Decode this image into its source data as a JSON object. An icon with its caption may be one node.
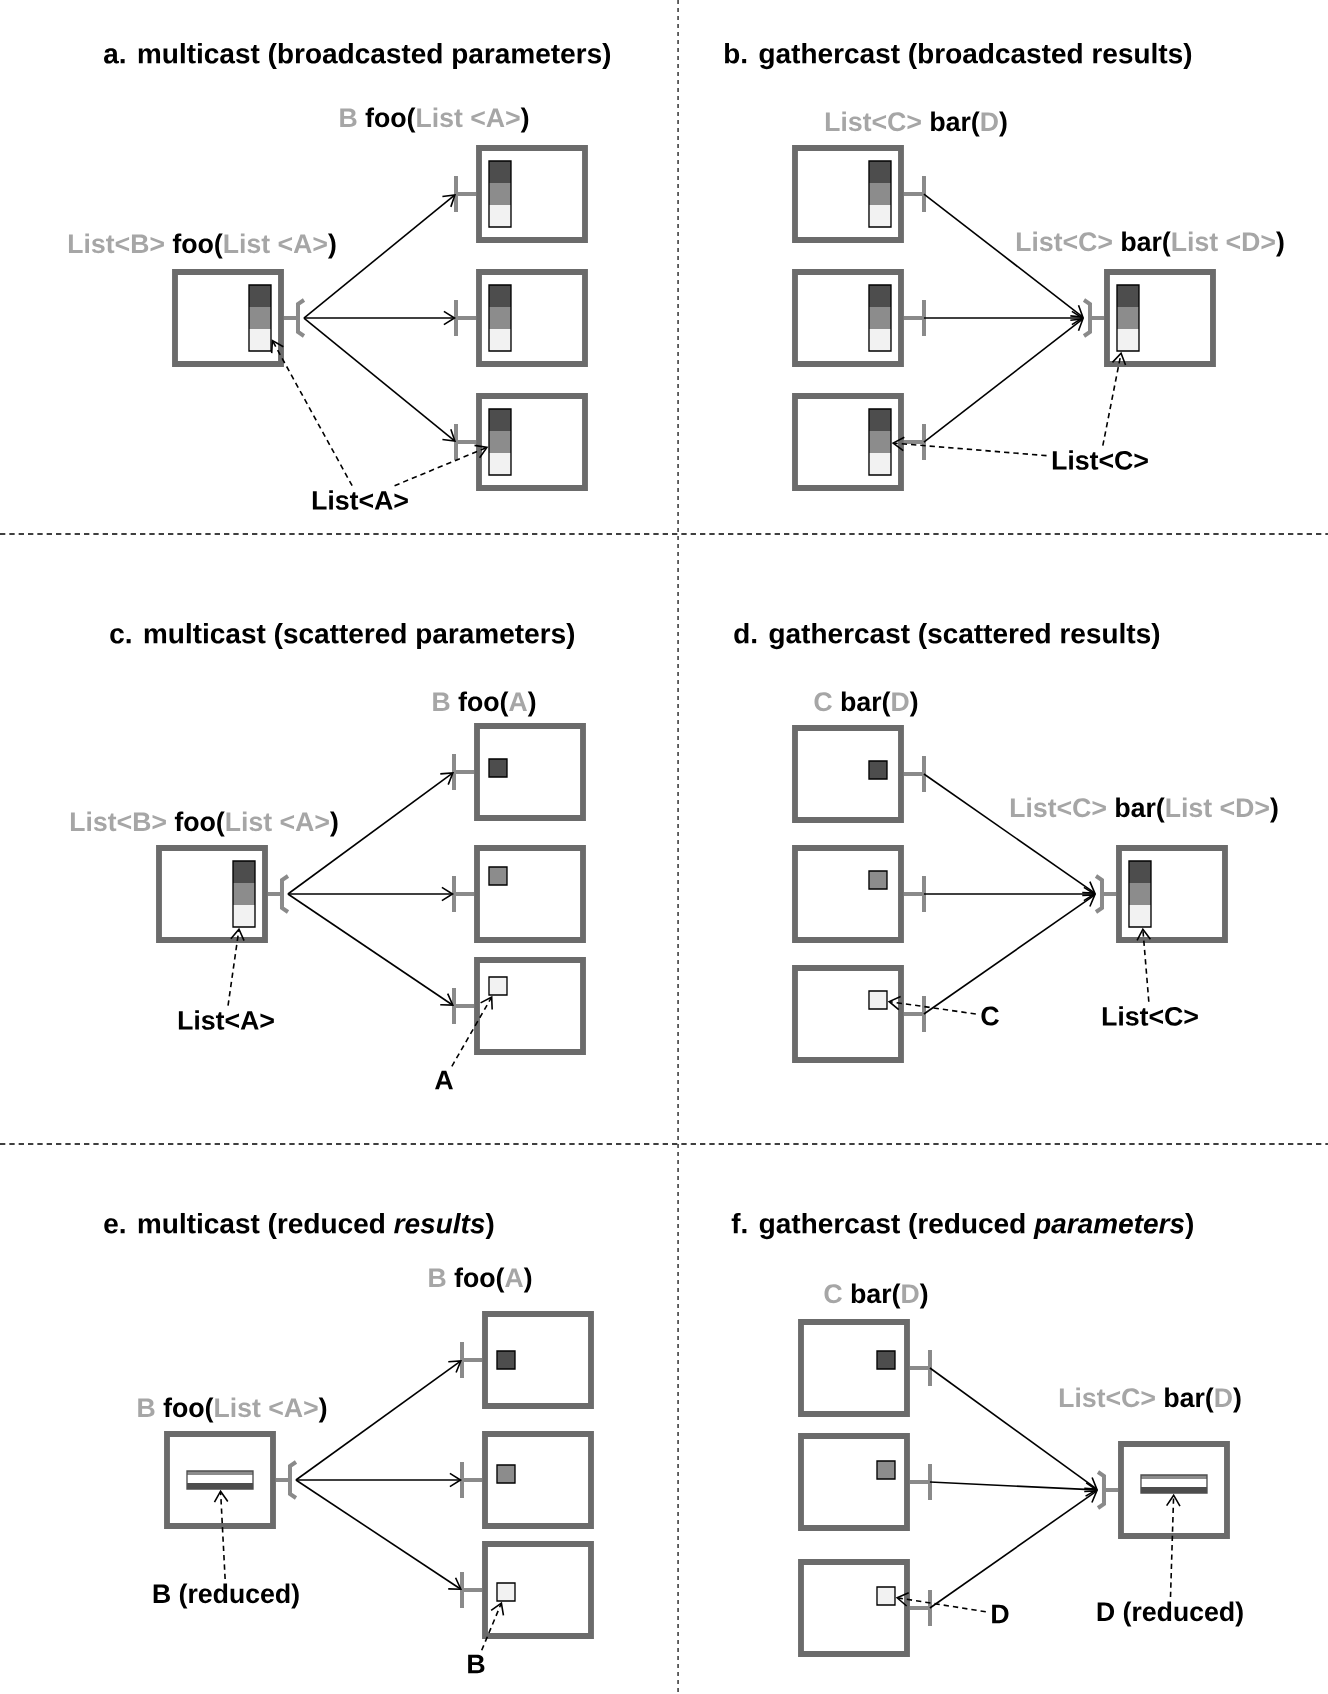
{
  "diagram": {
    "nodes": [
      {
        "text": [
          "List<B> **foo(**List <A>**)**"
        ]
      },
      {
        "text": [
          "B **foo(**List <A>**)**"
        ]
      },
      {
        "text": [],
        "shape": "box"
      },
      {
        "text": [],
        "shape": "box"
      },
      {
        "text": [],
        "shape": "bar",
        "in": 0
      },
      {
        "text": [],
        "shape": "bar",
        "in": 3
      },
      {
        "text": [
          "List<A>"
        ]
      },
      {
        "text": [
          "List<C> **bar(**D**)**"
        ]
      },
      {
        "text": [],
        "shape": "box"
      },
      {
        "text": [],
        "shape": "box"
      },
      {
        "text": [
          "List<C> **bar(**List <D>**)**"
        ]
      },
      {
        "text": [],
        "shape": "bar",
        "in": 9
      },
      {
        "text": [],
        "shape": "bar",
        "in": 10
      },
      {
        "text": [
          "List<C>"
        ]
      },
      {
        "text": [
          "List<B> **foo(**List <A>**)**"
        ]
      },
      {
        "text": [
          "B **foo(**A**)**"
        ]
      },
      {
        "text": [],
        "shape": "box"
      },
      {
        "text": [],
        "shape": "box"
      },
      {
        "text": [],
        "shape": "bar",
        "in": 14
      },
      {
        "text": [],
        "shape": "box",
        "in": 17
      },
      {
        "text": [
          "List<A>"
        ]
      },
      {
        "text": [
          "A"
        ]
      },
      {
        "text": [
          "C **bar(**D**)**"
        ]
      },
      {
        "text": [],
        "shape": "box"
      },
      {
        "text": [],
        "shape": "box"
      },
      {
        "text": [
          "List<C> **bar(**List <D>**)**"
        ]
      },
      {
        "text": [],
        "shape": "box",
        "in": 24
      },
      {
        "text": [],
        "shape": "bar",
        "in": 25
      },
      {
        "text": [
          "C"
        ]
      },
      {
        "text": [
          "List<C>"
        ]
      },
      {
        "text": [
          "B **foo(**List <A>**)**"
        ]
      },
      {
        "text": [
          "B **foo(**A**)**"
        ]
      },
      {
        "text": [],
        "shape": "box"
      },
      {
        "text": [],
        "shape": "box"
      },
      {
        "text": [],
        "shape": "bar",
        "in": 30
      },
      {
        "text": [],
        "shape": "box",
        "in": 33
      },
      {
        "text": [
          "B (reduced)"
        ]
      },
      {
        "text": [
          "B"
        ]
      },
      {
        "text": [
          "C **bar(**D**)**"
        ]
      },
      {
        "text": [],
        "shape": "box"
      },
      {
        "text": [],
        "shape": "box"
      },
      {
        "text": [
          "List<C> **bar(**D**)**"
        ]
      },
      {
        "text": [],
        "shape": "box",
        "in": 40
      },
      {
        "text": [],
        "shape": "bar",
        "in": 41
      },
      {
        "text": [
          "D"
        ]
      },
      {
        "text": [
          "D (reduced)"
        ]
      }
    ],
    "edges": [
      {
        "from": 0,
        "to": 1,
        "arrow": "to"
      },
      {
        "from": 0,
        "to": 2,
        "arrow": "to"
      },
      {
        "from": 0,
        "to": 3,
        "arrow": "to"
      },
      {
        "from": 6,
        "to": 4,
        "arrow": "to",
        "style": "dashed"
      },
      {
        "from": 6,
        "to": 5,
        "arrow": "to",
        "style": "dashed"
      },
      {
        "from": 7,
        "to": 10,
        "arrow": "to"
      },
      {
        "from": 8,
        "to": 10,
        "arrow": "to"
      },
      {
        "from": 9,
        "to": 10,
        "arrow": "to"
      },
      {
        "from": 13,
        "to": 12,
        "arrow": "to",
        "style": "dashed"
      },
      {
        "from": 13,
        "to": 11,
        "arrow": "to",
        "style": "dashed"
      },
      {
        "from": 14,
        "to": 15,
        "arrow": "to"
      },
      {
        "from": 14,
        "to": 16,
        "arrow": "to"
      },
      {
        "from": 14,
        "to": 17,
        "arrow": "to"
      },
      {
        "from": 20,
        "to": 18,
        "arrow": "to",
        "style": "dashed"
      },
      {
        "from": 21,
        "to": 19,
        "arrow": "to",
        "style": "dashed"
      },
      {
        "from": 22,
        "to": 25,
        "arrow": "to"
      },
      {
        "from": 23,
        "to": 25,
        "arrow": "to"
      },
      {
        "from": 24,
        "to": 25,
        "arrow": "to"
      },
      {
        "from": 28,
        "to": 26,
        "arrow": "to",
        "style": "dashed"
      },
      {
        "from": 29,
        "to": 27,
        "arrow": "to",
        "style": "dashed"
      },
      {
        "from": 30,
        "to": 31,
        "arrow": "to"
      },
      {
        "from": 30,
        "to": 32,
        "arrow": "to"
      },
      {
        "from": 30,
        "to": 33,
        "arrow": "to"
      },
      {
        "from": 36,
        "to": 34,
        "arrow": "to",
        "style": "dashed"
      },
      {
        "from": 37,
        "to": 35,
        "arrow": "to",
        "style": "dashed"
      },
      {
        "from": 38,
        "to": 41,
        "arrow": "to"
      },
      {
        "from": 39,
        "to": 41,
        "arrow": "to"
      },
      {
        "from": 40,
        "to": 41,
        "arrow": "to"
      },
      {
        "from": 44,
        "to": 42,
        "arrow": "to",
        "style": "dashed"
      },
      {
        "from": 45,
        "to": 43,
        "arrow": "to",
        "style": "dashed"
      }
    ],
    "labels": [
      "a. multicast (broadcasted parameters)",
      "b. gathercast (broadcasted results)",
      "c. multicast (scattered parameters)",
      "d. gathercast (scattered results)",
      "e. multicast (reduced *results*)",
      "f. gathercast (reduced *parameters*)"
    ]
  }
}
